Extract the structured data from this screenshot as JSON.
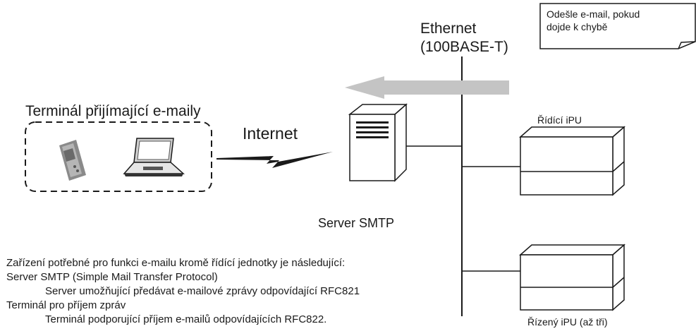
{
  "labels": {
    "ethernet_line1": "Ethernet",
    "ethernet_line2": "(100BASE-T)",
    "callout_line1": "Odešle e-mail, pokud",
    "callout_line2": "dojde k chybě",
    "terminal_group": "Terminál přijímající e-maily",
    "internet": "Internet",
    "server": "Server SMTP",
    "controlling_ipu": "Řídící iPU",
    "controlled_ipu": "Řízený iPU (až tři)"
  },
  "notes": {
    "line1": "Zařízení potřebné pro funkci e-mailu kromě řídící jednotky je následující:",
    "line2": "Server SMTP (Simple Mail Transfer Protocol)",
    "line3": "Server umožňující předávat e-mailové zprávy odpovídající RFC821",
    "line4": "Terminál pro příjem zpráv",
    "line5": "Terminál podporující příjem e-mailů odpovídajících RFC822."
  },
  "colors": {
    "line": "#1a1a1a",
    "arrow": "#c4c4c4",
    "device_fill": "#ffffff"
  },
  "icons": [
    "mobile-phone-icon",
    "laptop-icon",
    "server-tower-icon",
    "lightning-link-icon"
  ]
}
